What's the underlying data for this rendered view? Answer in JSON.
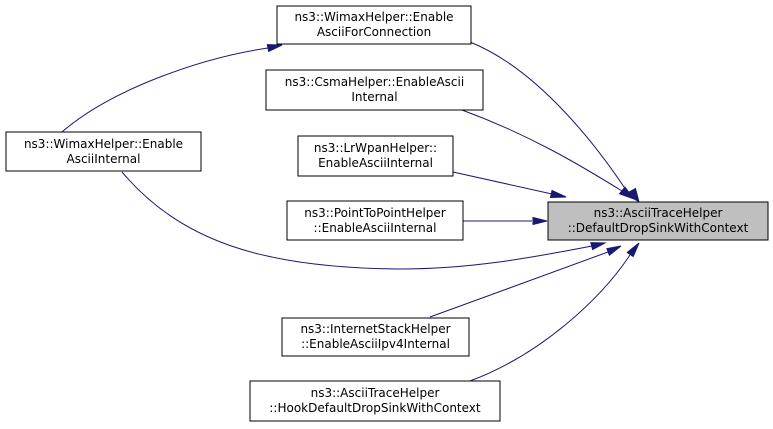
{
  "graph": {
    "colors": {
      "edge": "#191970",
      "node_border": "#000000",
      "node_fill": "#ffffff",
      "focus_fill": "#bfbfbf",
      "text": "#000000",
      "background": "#ffffff"
    },
    "nodes": [
      {
        "id": "wimax-enable-ascii-for-connection",
        "lines": [
          "ns3::WimaxHelper::Enable",
          "AsciiForConnection"
        ],
        "focus": false
      },
      {
        "id": "csma-enable-ascii-internal",
        "lines": [
          "ns3::CsmaHelper::EnableAscii",
          "Internal"
        ],
        "focus": false
      },
      {
        "id": "lrwpan-enable-ascii-internal",
        "lines": [
          "ns3::LrWpanHelper::",
          "EnableAsciiInternal"
        ],
        "focus": false
      },
      {
        "id": "wimax-enable-ascii-internal",
        "lines": [
          "ns3::WimaxHelper::Enable",
          "AsciiInternal"
        ],
        "focus": false
      },
      {
        "id": "p2p-enable-ascii-internal",
        "lines": [
          "ns3::PointToPointHelper",
          "::EnableAsciiInternal"
        ],
        "focus": false
      },
      {
        "id": "ascii-default-drop-sink",
        "lines": [
          "ns3::AsciiTraceHelper",
          "::DefaultDropSinkWithContext"
        ],
        "focus": true
      },
      {
        "id": "internet-stack-enable-ascii-ipv4",
        "lines": [
          "ns3::InternetStackHelper",
          "::EnableAsciiIpv4Internal"
        ],
        "focus": false
      },
      {
        "id": "ascii-hook-default-drop-sink",
        "lines": [
          "ns3::AsciiTraceHelper",
          "::HookDefaultDropSinkWithContext"
        ],
        "focus": false
      }
    ],
    "edges": [
      {
        "from": "wimax-enable-ascii-for-connection",
        "to": "ascii-default-drop-sink"
      },
      {
        "from": "csma-enable-ascii-internal",
        "to": "ascii-default-drop-sink"
      },
      {
        "from": "lrwpan-enable-ascii-internal",
        "to": "ascii-default-drop-sink"
      },
      {
        "from": "p2p-enable-ascii-internal",
        "to": "ascii-default-drop-sink"
      },
      {
        "from": "wimax-enable-ascii-internal",
        "to": "ascii-default-drop-sink"
      },
      {
        "from": "internet-stack-enable-ascii-ipv4",
        "to": "ascii-default-drop-sink"
      },
      {
        "from": "ascii-hook-default-drop-sink",
        "to": "ascii-default-drop-sink"
      },
      {
        "from": "wimax-enable-ascii-internal",
        "to": "wimax-enable-ascii-for-connection"
      }
    ]
  }
}
